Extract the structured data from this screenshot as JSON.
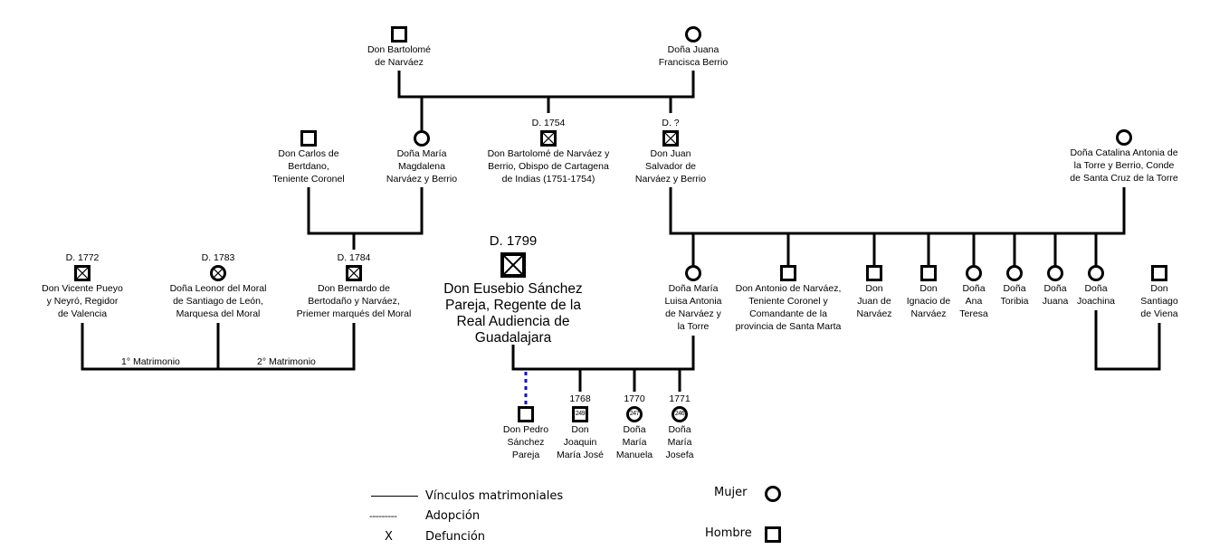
{
  "people": {
    "bartolome_sr": {
      "name": [
        "Don Bartolomé",
        "de Narváez"
      ],
      "sex": "male",
      "deceased": false
    },
    "juana_francisca": {
      "name": [
        "Doña Juana",
        "Francisca Berrio"
      ],
      "sex": "female",
      "deceased": false
    },
    "carlos": {
      "name": [
        "Don Carlos de",
        "Bertdano,",
        "Teniente Coronel"
      ],
      "sex": "male",
      "deceased": false
    },
    "maria_magdalena": {
      "name": [
        "Doña María",
        "Magdalena",
        "Narváez y Berrio"
      ],
      "sex": "female",
      "deceased": false
    },
    "bartolome_obispo": {
      "name": [
        "Don Bartolomé de Narváez y",
        "Berrio, Obispo de Cartagena",
        "de Indias (1751-1754)"
      ],
      "sex": "male",
      "deceased": true,
      "death": "D. 1754"
    },
    "juan_salvador": {
      "name": [
        "Don Juan",
        "Salvador de",
        "Narváez y Berrio"
      ],
      "sex": "male",
      "deceased": true,
      "death": "D. ?"
    },
    "catalina": {
      "name": [
        "Doña Catalina Antonia de",
        "la Torre y Berrio, Conde",
        "de Santa Cruz de la Torre"
      ],
      "sex": "female",
      "deceased": false
    },
    "vicente": {
      "name": [
        "Don Vicente Pueyo",
        "y Neyró, Regidor",
        "de Valencia"
      ],
      "sex": "male",
      "deceased": true,
      "death": "D. 1772"
    },
    "leonor": {
      "name": [
        "Doña Leonor del Moral",
        "de Santiago de León,",
        "Marquesa del Moral"
      ],
      "sex": "female",
      "deceased": true,
      "death": "D. 1783"
    },
    "bernardo": {
      "name": [
        "Don Bernardo  de",
        "Bertodaño y Narváez,",
        "Priemer marqués del Moral"
      ],
      "sex": "male",
      "deceased": true,
      "death": "D. 1784"
    },
    "eusebio": {
      "name": [
        "Don Eusebio Sánchez",
        "Pareja, Regente de la",
        "Real Audiencia de",
        "Guadalajara"
      ],
      "sex": "male",
      "deceased": true,
      "death": "D. 1799"
    },
    "maria_luisa": {
      "name": [
        "Doña María",
        "Luisa Antonia",
        "de Narváez y",
        "la Torre"
      ],
      "sex": "female",
      "deceased": false
    },
    "antonio": {
      "name": [
        "Don Antonio de Narváez,",
        "Teniente Coronel y",
        "Comandante de la",
        "provincia de Santa Marta"
      ],
      "sex": "male",
      "deceased": false
    },
    "juan": {
      "name": [
        "Don",
        "Juan de",
        "Narváez"
      ],
      "sex": "male",
      "deceased": false
    },
    "ignacio": {
      "name": [
        "Don",
        "Ignacio de",
        "Narváez"
      ],
      "sex": "male",
      "deceased": false
    },
    "ana_teresa": {
      "name": [
        "Doña",
        "Ana",
        "Teresa"
      ],
      "sex": "female",
      "deceased": false
    },
    "toribia": {
      "name": [
        "Doña",
        "Toribia"
      ],
      "sex": "female",
      "deceased": false
    },
    "juana": {
      "name": [
        "Doña",
        "Juana"
      ],
      "sex": "female",
      "deceased": false
    },
    "joachina": {
      "name": [
        "Doña",
        "Joachina"
      ],
      "sex": "female",
      "deceased": false
    },
    "santiago": {
      "name": [
        "Don",
        "Santiago",
        "de Viena"
      ],
      "sex": "male",
      "deceased": false
    },
    "pedro": {
      "name": [
        "Don Pedro",
        "Sánchez",
        "Pareja"
      ],
      "sex": "male",
      "deceased": false,
      "adopted": true
    },
    "joaquin": {
      "name": [
        "Don",
        "Joaquin",
        "María José"
      ],
      "sex": "male",
      "deceased": false,
      "birth": "1768",
      "id_badge": "249"
    },
    "maria_manuela": {
      "name": [
        "Doña",
        "María",
        "Manuela"
      ],
      "sex": "female",
      "deceased": false,
      "birth": "1770",
      "id_badge": "247"
    },
    "maria_josefa": {
      "name": [
        "Doña",
        "María",
        "Josefa"
      ],
      "sex": "female",
      "deceased": false,
      "birth": "1771",
      "id_badge": "246"
    }
  },
  "marriage_labels": {
    "first": "1° Matrimonio",
    "second": "2° Matrimonio"
  },
  "legend": {
    "marriage_line": "Vínculos matrimoniales",
    "adoption_line": "---------",
    "adoption": "Adopción",
    "death_mark": "X",
    "death": "Defunción",
    "female": "Mujer",
    "male": "Hombre"
  },
  "colors": {
    "line": "#000000",
    "adoption": "#1010d0"
  }
}
